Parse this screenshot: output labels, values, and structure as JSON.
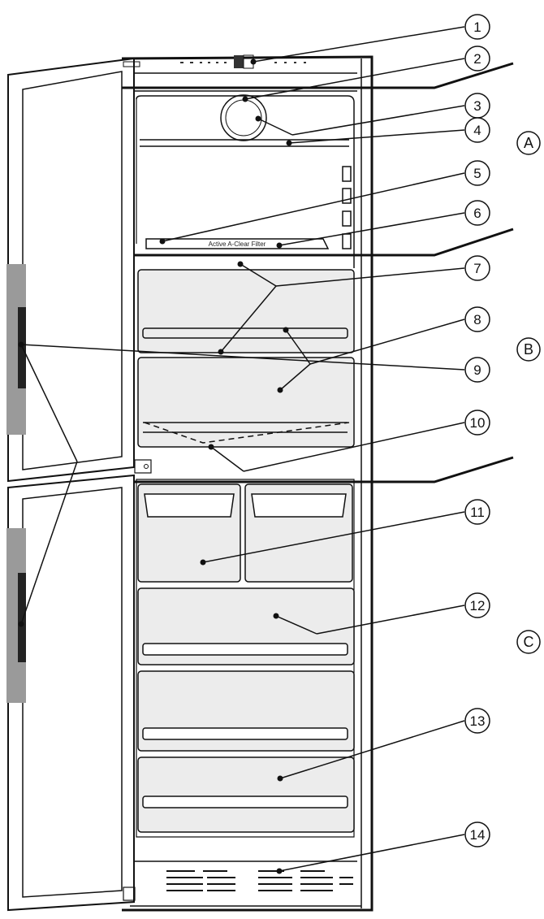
{
  "callouts": [
    "1",
    "2",
    "3",
    "4",
    "5",
    "6",
    "7",
    "8",
    "9",
    "10",
    "11",
    "12",
    "13",
    "14"
  ],
  "zones": [
    "A",
    "B",
    "C"
  ],
  "filter_label": "Active A-Clear Filter",
  "colors": {
    "line": "#111111",
    "drawer_fill": "#ececec",
    "handle_fill": "#9a9a9a",
    "door_fill": "#ffffff"
  }
}
